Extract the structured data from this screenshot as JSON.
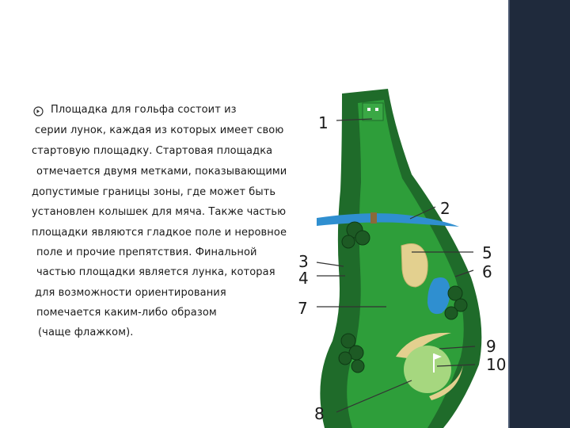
{
  "text": {
    "lines": [
      "Площадка для гольфа состоит из",
      "серии лунок, каждая из которых имеет свою",
      "стартовую площадку. Стартовая площадка",
      "отмечается двумя метками, показывающими",
      "допустимые границы зоны, где может быть",
      "установлен колышек для мяча. Также частью",
      "площадки являются гладкое поле и неровное",
      "поле и прочие препятствия. Финальной",
      "частью площадки является лунка, которая",
      "для возможности ориентирования",
      "помечается каким-либо образом",
      "(чаще флажком)."
    ]
  },
  "callouts": {
    "c1": "1",
    "c2": "2",
    "c3": "3",
    "c4": "4",
    "c5": "5",
    "c6": "6",
    "c7": "7",
    "c8": "8",
    "c9": "9",
    "c10": "10"
  },
  "colors": {
    "fairway": "#2e9e3a",
    "rough": "#1f6b2a",
    "green": "#a6d77f",
    "sand": "#e3d08f",
    "water": "#2f8fd0",
    "background_band": "#1f2a3c"
  }
}
